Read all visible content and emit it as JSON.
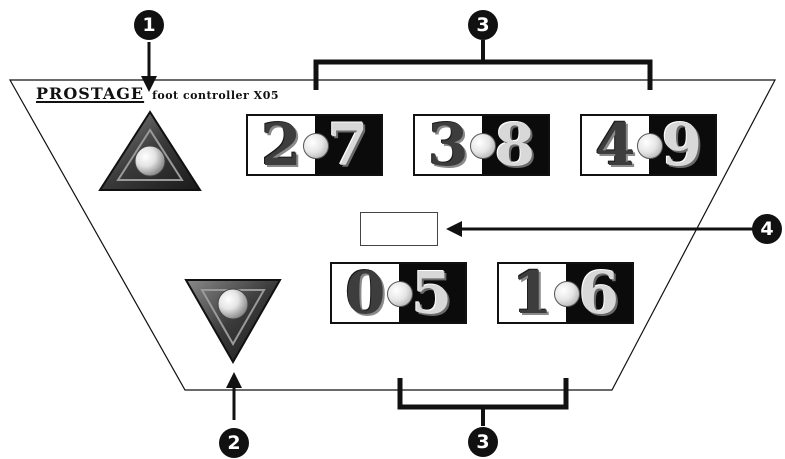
{
  "brand": {
    "name": "PROSTAGE",
    "model": "foot controller X05"
  },
  "callouts": [
    "1",
    "2",
    "3",
    "3",
    "4"
  ],
  "switches": [
    {
      "left": "2",
      "right": "7"
    },
    {
      "left": "3",
      "right": "8"
    },
    {
      "left": "4",
      "right": "9"
    },
    {
      "left": "0",
      "right": "5"
    },
    {
      "left": "1",
      "right": "6"
    }
  ],
  "colors": {
    "line": "#111111",
    "panel": "#ffffff",
    "knob": "#e6e6e6"
  }
}
